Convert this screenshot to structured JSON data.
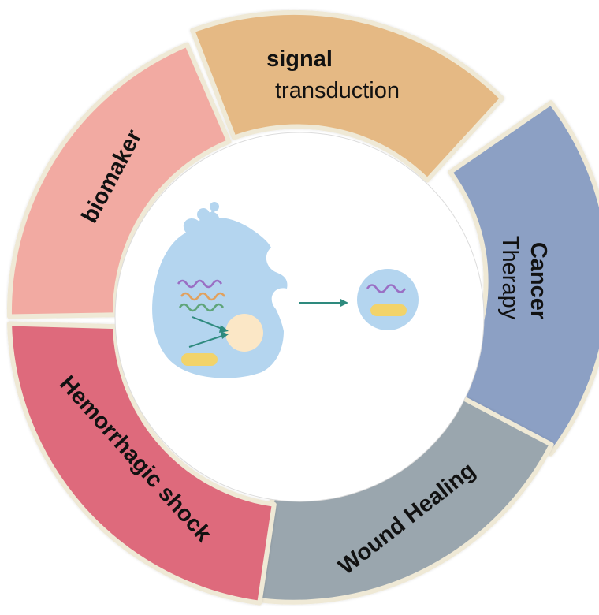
{
  "segments": [
    {
      "id": "signal-transduction",
      "bold": "signal",
      "regular": "transduction",
      "color": "#E5B984"
    },
    {
      "id": "cancer-therapy",
      "bold": "Cancer",
      "regular": "Therapy",
      "color": "#8CA0C4"
    },
    {
      "id": "wound-healing",
      "bold": "Wound Healing",
      "regular": "",
      "color": "#9AA6AE"
    },
    {
      "id": "hemorrhagic-shock",
      "bold": "Hemorrhagic shock",
      "regular": "",
      "color": "#DE6A7C"
    },
    {
      "id": "biomaker",
      "bold": "biomaker",
      "regular": "",
      "color": "#F2AAA2"
    }
  ],
  "colors": {
    "ring_border": "#EFE9D6",
    "cell_fill": "#B4D5EF",
    "nucleus_fill": "#FBE7C6",
    "arrow": "#2E8A7E",
    "rna_purple": "#9A6FC4",
    "rna_orange": "#E1A15E",
    "rna_green": "#5FA57A",
    "protein_yellow": "#F2D36A"
  },
  "icons": [
    "parent-cell-icon",
    "nucleus-icon",
    "rna-wave-icon",
    "protein-icon",
    "secretion-arrow-icon",
    "extracellular-vesicle-icon"
  ]
}
